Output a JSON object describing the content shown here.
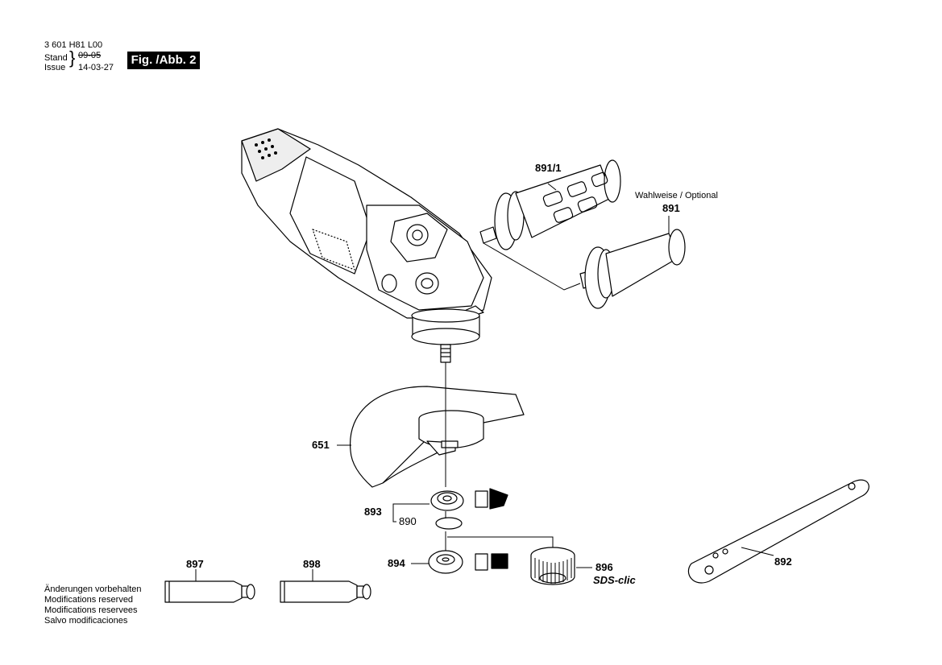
{
  "header": {
    "doc_number": "3 601 H81 L00",
    "stand_label": "Stand",
    "issue_label": "Issue",
    "stand_date": "09-05",
    "issue_date": "14-03-27",
    "figure_label": "Fig. /Abb. 2"
  },
  "parts": {
    "handle_alt": "891/1",
    "handle_optional_note": "Wahlweise / Optional",
    "handle": "891",
    "guard": "651",
    "flange_set": "893",
    "o_ring": "890",
    "clamping_nut": "894",
    "quick_nut": "896",
    "quick_nut_brand": "SDS-clic",
    "spanner": "892",
    "grease_1": "897",
    "grease_2": "898"
  },
  "notes": {
    "line1": "Änderungen vorbehalten",
    "line2": "Modifications reserved",
    "line3": "Modifications reservees",
    "line4": "Salvo modificaciones"
  }
}
